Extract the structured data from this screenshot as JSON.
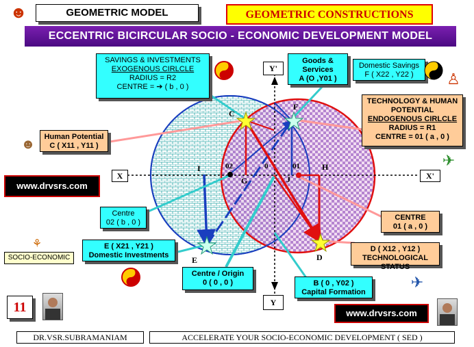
{
  "header": {
    "geometric_model": "GEOMETRIC  MODEL",
    "constructions": "GEOMETRIC  CONSTRUCTIONS",
    "banner": "ECCENTRIC  BICIRCULAR SOCIO - ECONOMIC DEVELOPMENT MODEL"
  },
  "savings_box": {
    "line1": "SAVINGS & INVESTMENTS",
    "line2": "EXOGENOUS CIRLCLE",
    "line3": "RADIUS  =  R2",
    "line4": "CENTRE  =  ➔  ( b , 0 )"
  },
  "goods_box": {
    "line1": "Goods &",
    "line2": "Services",
    "line3": "A (O ,Y01 )"
  },
  "domestic_savings_box": {
    "line1": "Domestic Savings",
    "line2": "F ( X22 , Y22 )"
  },
  "tech_box": {
    "line1": "TECHNOLOGY & HUMAN",
    "line2": "POTENTIAL",
    "line3": "ENDOGENOUS CIRLCLE",
    "line4": "RADIUS  =  R1",
    "line5": "CENTRE  =  01 ( a , 0 )"
  },
  "human_box": {
    "line1": "Human Potential",
    "line2": "C  ( X11 , Y11 )"
  },
  "centre2_box": {
    "line1": "Centre",
    "line2": "02  ( b , 0 )"
  },
  "centre1_box": {
    "line1": "CENTRE",
    "line2": "01 ( a , 0 )"
  },
  "e_box": {
    "line1": "E ( X21 , Y21 )",
    "line2": "Domestic Investments"
  },
  "origin_box": {
    "line1": "Centre  / Origin",
    "line2": "0  ( 0 , 0 )"
  },
  "b_box": {
    "line1": "B ( 0 , Y02 )",
    "line2": "Capital Formation"
  },
  "d_box": {
    "line1": "D  ( X12 , Y12 )",
    "line2": "TECHNOLOGICAL STATUS"
  },
  "socio_label": "SOCIO-ECONOMIC",
  "website": "www.drvsrs.com",
  "slide_number": "11",
  "footer": {
    "author": "DR.VSR.SUBRAMANIAM",
    "slogan": "ACCELERATE  YOUR  SOCIO-ECONOMIC  DEVELOPMENT  ( SED )"
  },
  "axes": {
    "x": "X",
    "x_prime": "X'",
    "y": "Y",
    "y_prime": "Y'"
  },
  "points": {
    "c": "C",
    "f": "F",
    "i": "I",
    "o2": "02",
    "g": "G",
    "o": "0",
    "j": "J",
    "o1": "01",
    "h": "H",
    "e": "E",
    "d": "D"
  },
  "colors": {
    "banner": "#5a1496",
    "cyan": "#33ffff",
    "peach": "#ffcc99",
    "blue_circle": "#1a3fbf",
    "red_circle": "#e01010",
    "title_yellow": "#ffff00"
  }
}
